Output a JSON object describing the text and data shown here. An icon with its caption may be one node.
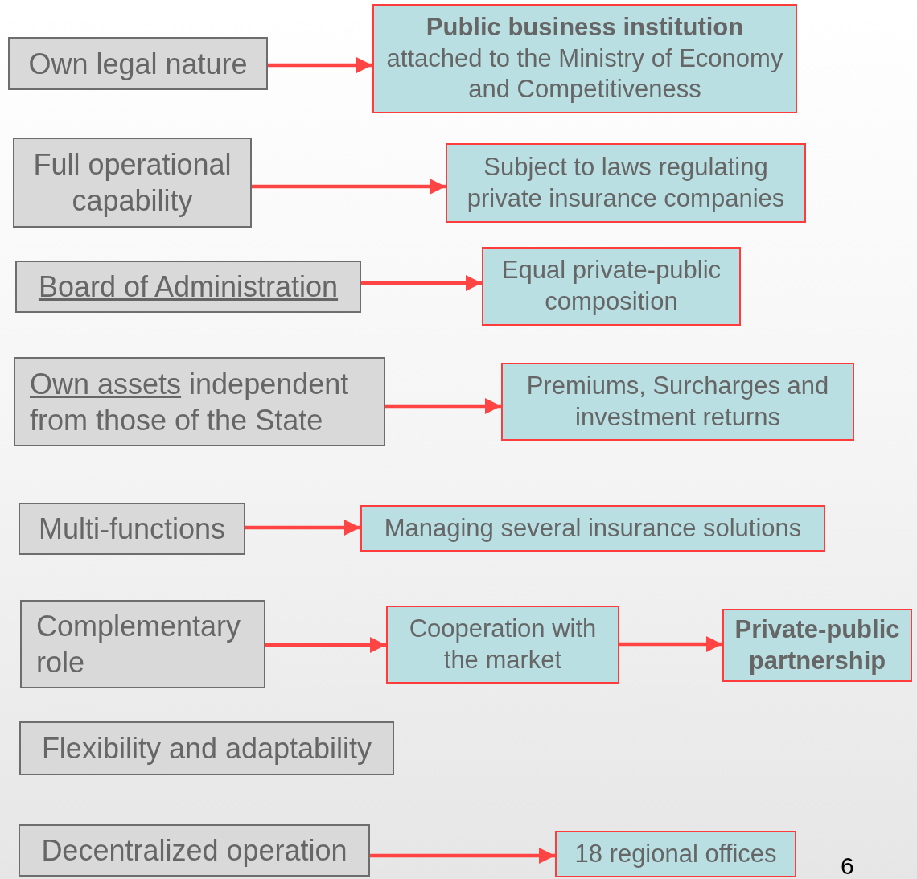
{
  "diagram": {
    "nodes": [
      {
        "text": [
          "Own legal nature"
        ]
      },
      {
        "text": [
          "Public business institution",
          "attached to the Ministry of Economy and Competitiveness"
        ]
      },
      {
        "text": [
          "Full operational capability"
        ]
      },
      {
        "text": [
          "Subject to laws regulating private insurance companies"
        ]
      },
      {
        "text": [
          "Board of Administration"
        ]
      },
      {
        "text": [
          "Equal private-public composition"
        ]
      },
      {
        "text": [
          "Own assets independent from those of the State"
        ]
      },
      {
        "text": [
          "Premiums, Surcharges and investment returns"
        ]
      },
      {
        "text": [
          "Multi-functions"
        ]
      },
      {
        "text": [
          "Managing several insurance solutions"
        ]
      },
      {
        "text": [
          "Complementary role"
        ]
      },
      {
        "text": [
          "Cooperation with the market"
        ]
      },
      {
        "text": [
          "Private-public partnership"
        ]
      },
      {
        "text": [
          "Flexibility and adaptability"
        ]
      },
      {
        "text": [
          "Decentralized operation"
        ]
      },
      {
        "text": [
          "18 regional offices"
        ]
      }
    ],
    "edges": [
      {
        "from": 0,
        "to": 1,
        "arrow": "to"
      },
      {
        "from": 2,
        "to": 3,
        "arrow": "to"
      },
      {
        "from": 4,
        "to": 5,
        "arrow": "to"
      },
      {
        "from": 6,
        "to": 7,
        "arrow": "to"
      },
      {
        "from": 8,
        "to": 9,
        "arrow": "to"
      },
      {
        "from": 10,
        "to": 11,
        "arrow": "to"
      },
      {
        "from": 11,
        "to": 12,
        "arrow": "to"
      },
      {
        "from": 14,
        "to": 15,
        "arrow": "to"
      }
    ],
    "labels": [
      "6"
    ]
  }
}
